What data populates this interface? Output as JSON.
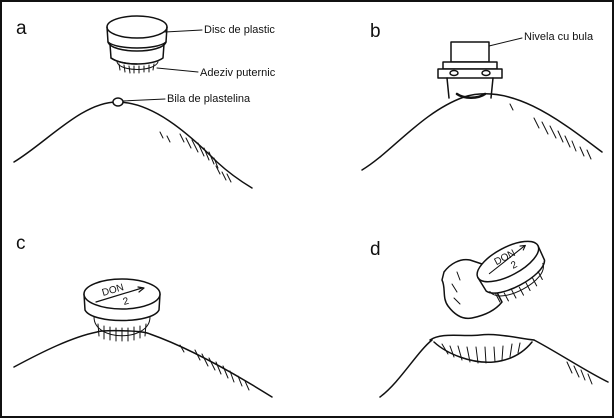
{
  "panels": {
    "a": {
      "letter": "a",
      "labels": {
        "disc": "Disc de plastic",
        "adhesive": "Adeziv puternic",
        "ball": "Bila de plastelina"
      }
    },
    "b": {
      "letter": "b",
      "labels": {
        "level": "Nivela cu bula"
      }
    },
    "c": {
      "letter": "c",
      "disc_marking": {
        "top": "DON",
        "bottom": "2"
      }
    },
    "d": {
      "letter": "d",
      "disc_marking": {
        "top": "DON",
        "bottom": "2"
      }
    }
  },
  "colors": {
    "ink": "#111111",
    "paper": "#ffffff"
  }
}
